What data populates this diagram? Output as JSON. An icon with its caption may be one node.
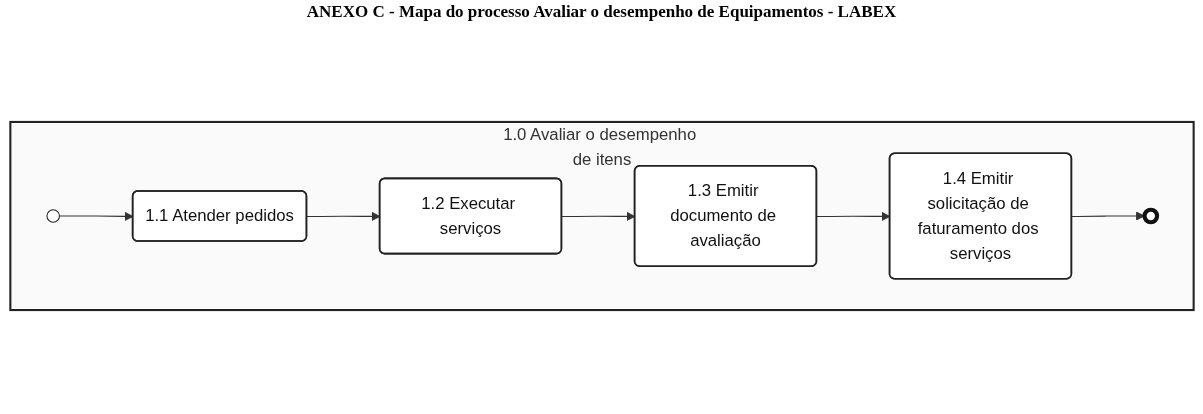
{
  "diagram": {
    "title": "ANEXO C - Mapa do processo Avaliar o desempenho de Equipamentos - LABEX",
    "nodes": [
      {
        "text": [
          "1.0 Avaliar o desempenho de itens"
        ]
      },
      {
        "text": [],
        "shape": "circle",
        "in": 0
      },
      {
        "text": [
          "1.1 Atender pedidos"
        ],
        "in": 0
      },
      {
        "text": [
          "1.2 Executar serviços"
        ],
        "in": 0
      },
      {
        "text": [
          "1.3 Emitir documento de avaliação"
        ],
        "in": 0
      },
      {
        "text": [
          "1.4 Emitir solicitação de faturamento dos serviços"
        ],
        "in": 0
      },
      {
        "text": [],
        "shape": "circle",
        "in": 0
      }
    ],
    "edges": [
      {
        "from": 1,
        "to": 2,
        "arrow": "to"
      },
      {
        "from": 2,
        "to": 3,
        "arrow": "to"
      },
      {
        "from": 3,
        "to": 4,
        "arrow": "to"
      },
      {
        "from": 4,
        "to": 5,
        "arrow": "to"
      },
      {
        "from": 5,
        "to": 6,
        "arrow": "to"
      }
    ]
  }
}
